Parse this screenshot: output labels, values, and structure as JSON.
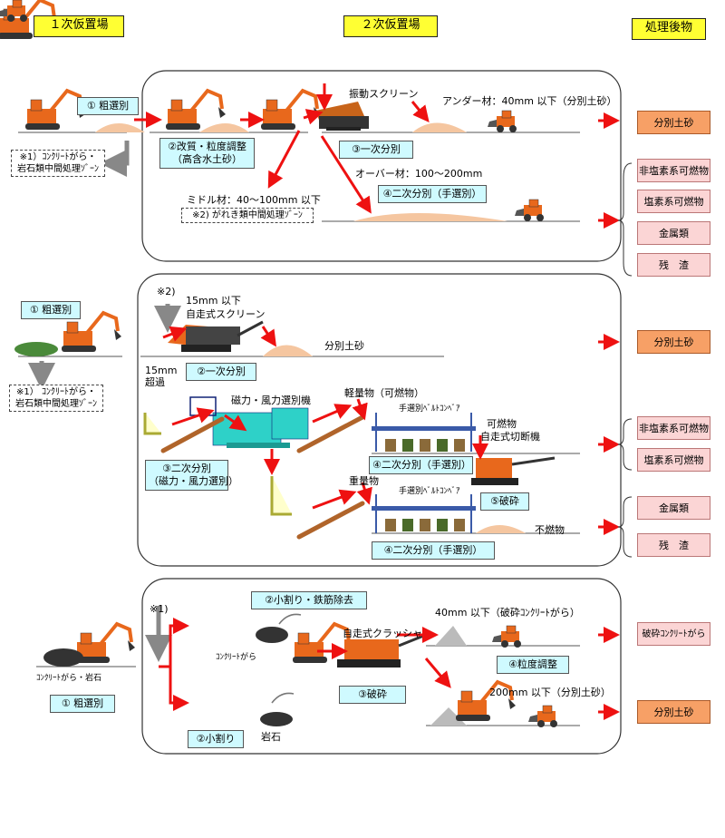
{
  "headers": {
    "primary": "１次仮置場",
    "secondary": "２次仮置場",
    "after": "処理後物"
  },
  "row1": {
    "rough_sort": "① 粗選別",
    "note1": "※1）ｺﾝｸﾘｰﾄがら・\n岩石類中間処理ｿﾞｰﾝ",
    "reform": "②改質・粒度調整\n（高含水土砂）",
    "screen": "振動スクリーン",
    "under": "アンダー材：40mm 以下（分別土砂）",
    "primary_sort": "③一次分別",
    "over": "オーバー材：100～200mm",
    "middle": "ミドル材：40～100mm 以下",
    "note2": "※2) がれき類中間処理ｿﾞｰﾝ",
    "secondary_sort": "④二次分別（手選別）",
    "outputs": [
      "分別土砂",
      "非塩素系可燃物",
      "塩素系可燃物",
      "金属類",
      "残　渣"
    ]
  },
  "row2": {
    "rough_sort": "① 粗選別",
    "note1": "※1） ｺﾝｸﾘｰﾄがら・\n岩石類中間処理ｿﾞｰﾝ",
    "note2": "※2)",
    "screen_size": "15mm 以下",
    "screen": "自走式スクリーン",
    "separated_soil": "分別土砂",
    "over15": "15mm\n超過",
    "primary_sort": "②一次分別",
    "magnet": "磁力・風力選別機",
    "light": "軽量物（可燃物）",
    "belt1": "手選別ﾍﾞﾙﾄｺﾝﾍﾞｱ",
    "combustible": "可燃物",
    "cutter": "自走式切断機",
    "magnet_sort": "③二次分別\n（磁力・風力選別）",
    "hand_sort1": "④二次分別（手選別）",
    "heavy": "重量物",
    "crush": "⑤破砕",
    "belt2": "手選別ﾍﾞﾙﾄｺﾝﾍﾞｱ",
    "noncombustible": "不燃物",
    "hand_sort2": "④二次分別（手選別）",
    "outputs": [
      "分別土砂",
      "非塩素系可燃物",
      "塩素系可燃物",
      "金属類",
      "残　渣"
    ]
  },
  "row3": {
    "note1": "※1)",
    "concrete_rock": "ｺﾝｸﾘｰﾄがら・岩石",
    "rough_sort": "① 粗選別",
    "split_rebar": "②小割り・鉄筋除去",
    "concrete": "ｺﾝｸﾘｰﾄがら",
    "crusher": "自走式クラッシャ",
    "under40": "40mm 以下（破砕ｺﾝｸﾘｰﾄがら）",
    "size_adjust": "④粒度調整",
    "crush": "③破砕",
    "under200": "200mm 以下（分別土砂）",
    "split": "②小割り",
    "rock": "岩石",
    "outputs": [
      "破砕ｺﾝｸﾘｰﾄがら",
      "分別土砂"
    ]
  },
  "colors": {
    "header_bg": "#ffff33",
    "label_bg": "#cffaff",
    "arrow": "#ee1111",
    "machine": "#e8681c",
    "output_orange": "#f7a066",
    "output_pink": "#fbd5d5",
    "soil": "#f5c6a0"
  }
}
